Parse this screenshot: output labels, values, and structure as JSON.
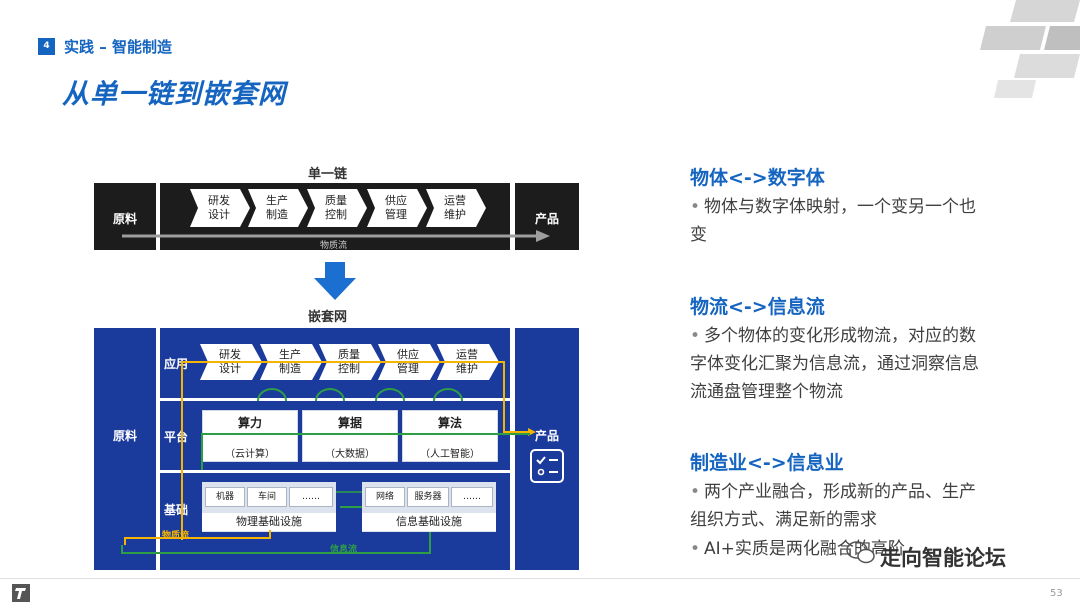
{
  "header": {
    "section_number": "4",
    "section_title": "实践 – 智能制造",
    "title": "从单一链到嵌套网"
  },
  "diagram": {
    "chain_title": "单一链",
    "chain_start": "原料",
    "chain_end": "产品",
    "chain_flow_label": "物质流",
    "chain_steps": [
      {
        "line1": "研发",
        "line2": "设计"
      },
      {
        "line1": "生产",
        "line2": "制造"
      },
      {
        "line1": "质量",
        "line2": "控制"
      },
      {
        "line1": "供应",
        "line2": "管理"
      },
      {
        "line1": "运营",
        "line2": "维护"
      }
    ],
    "net_title": "嵌套网",
    "net_start": "原料",
    "net_end": "产品",
    "layers": {
      "app": "应用",
      "platform": "平台",
      "base": "基础"
    },
    "net_steps": [
      {
        "line1": "研发",
        "line2": "设计"
      },
      {
        "line1": "生产",
        "line2": "制造"
      },
      {
        "line1": "质量",
        "line2": "控制"
      },
      {
        "line1": "供应",
        "line2": "管理"
      },
      {
        "line1": "运营",
        "line2": "维护"
      }
    ],
    "platform_boxes": [
      {
        "name": "算力",
        "sub": "（云计算）"
      },
      {
        "name": "算据",
        "sub": "（大数据）"
      },
      {
        "name": "算法",
        "sub": "（人工智能）"
      }
    ],
    "physical": {
      "items": [
        "机器",
        "车间",
        "……"
      ],
      "label": "物理基础设施"
    },
    "info": {
      "items": [
        "网络",
        "服务器",
        "……"
      ],
      "label": "信息基础设施"
    },
    "material_flow": "物质流",
    "info_flow": "信息流"
  },
  "right": {
    "sections": [
      {
        "heading": "物体<->数字体",
        "bullets": [
          "物体与数字体映射，一个变另一个也变"
        ]
      },
      {
        "heading": "物流<->信息流",
        "bullets": [
          "多个物体的变化形成物流，对应的数字体变化汇聚为信息流，通过洞察信息流通盘管理整个物流"
        ]
      },
      {
        "heading": "制造业<->信息业",
        "bullets": [
          "两个产业融合，形成新的产品、生产组织方式、满足新的需求",
          "AI+实质是两化融合的高阶"
        ]
      }
    ]
  },
  "footer": {
    "page": "53",
    "watermark": "走向智能论坛"
  },
  "colors": {
    "brand_blue": "#1565c0",
    "dark_panel": "#1c1c1c",
    "net_blue": "#1a3a9c",
    "flow_yellow": "#f4b400",
    "flow_green": "#2e9e45"
  }
}
